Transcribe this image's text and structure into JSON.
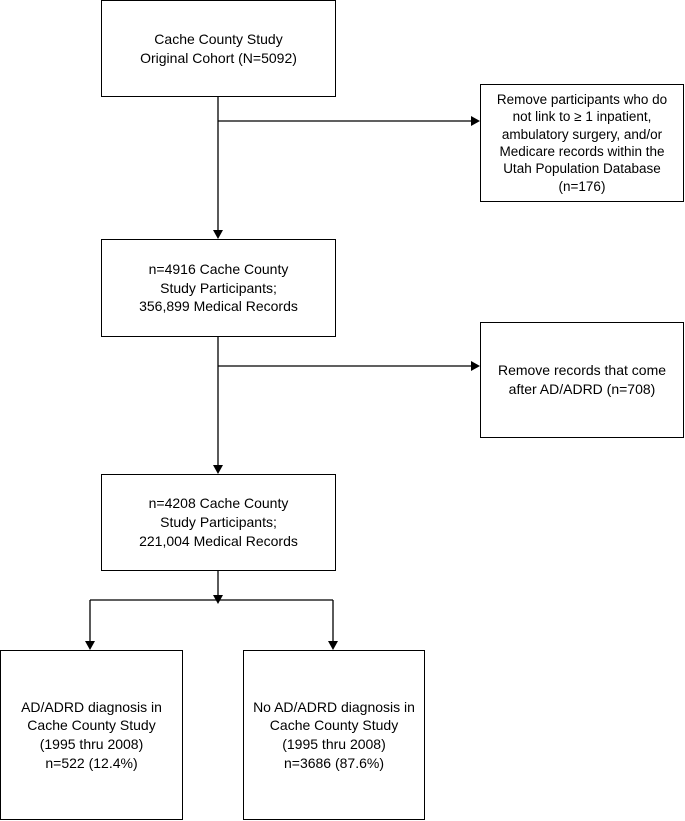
{
  "boxes": {
    "original_cohort": [
      "Cache County Study",
      "Original Cohort (N=5092)"
    ],
    "exclusion_1": [
      "Remove participants who do",
      "not link to ≥ 1 inpatient,",
      "ambulatory surgery, and/or",
      "Medicare records within the",
      "Utah Population Database",
      "(n=176)"
    ],
    "cohort_2": [
      "n=4916 Cache County",
      "Study Participants;",
      "356,899 Medical Records"
    ],
    "exclusion_2": [
      "Remove records that come",
      "after AD/ADRD (n=708)"
    ],
    "cohort_3": [
      "n=4208 Cache County",
      "Study Participants;",
      "221,004 Medical Records"
    ],
    "adrd_yes": [
      "AD/ADRD diagnosis in",
      "Cache County Study",
      "(1995 thru 2008)",
      "n=522 (12.4%)"
    ],
    "adrd_no": [
      "No AD/ADRD diagnosis in",
      "Cache County Study",
      "(1995 thru 2008)",
      "n=3686 (87.6%)"
    ]
  }
}
